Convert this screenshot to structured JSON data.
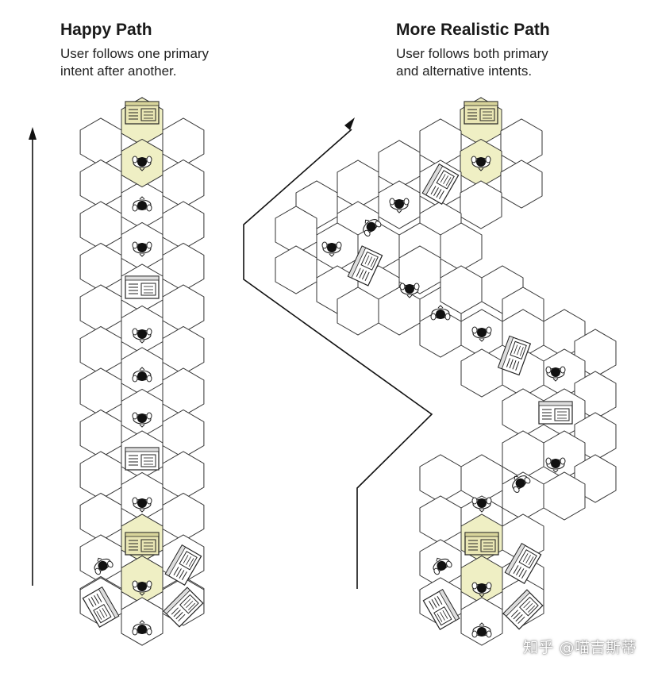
{
  "left_panel": {
    "title": "Happy Path",
    "description": "User follows one primary\nintent after another."
  },
  "right_panel": {
    "title": "More Realistic Path",
    "description": "User follows both primary\nand alternative intents."
  },
  "watermark": "知乎 @喵吉斯蒂",
  "colors": {
    "hex_stroke": "#333333",
    "highlight_fill": "#efefc4",
    "arrow": "#111111",
    "watermark": "#ffffff"
  },
  "icons": {
    "person": "person-top-down-icon",
    "screen": "screen-mockup-icon",
    "arrow": "up-arrow-icon"
  }
}
